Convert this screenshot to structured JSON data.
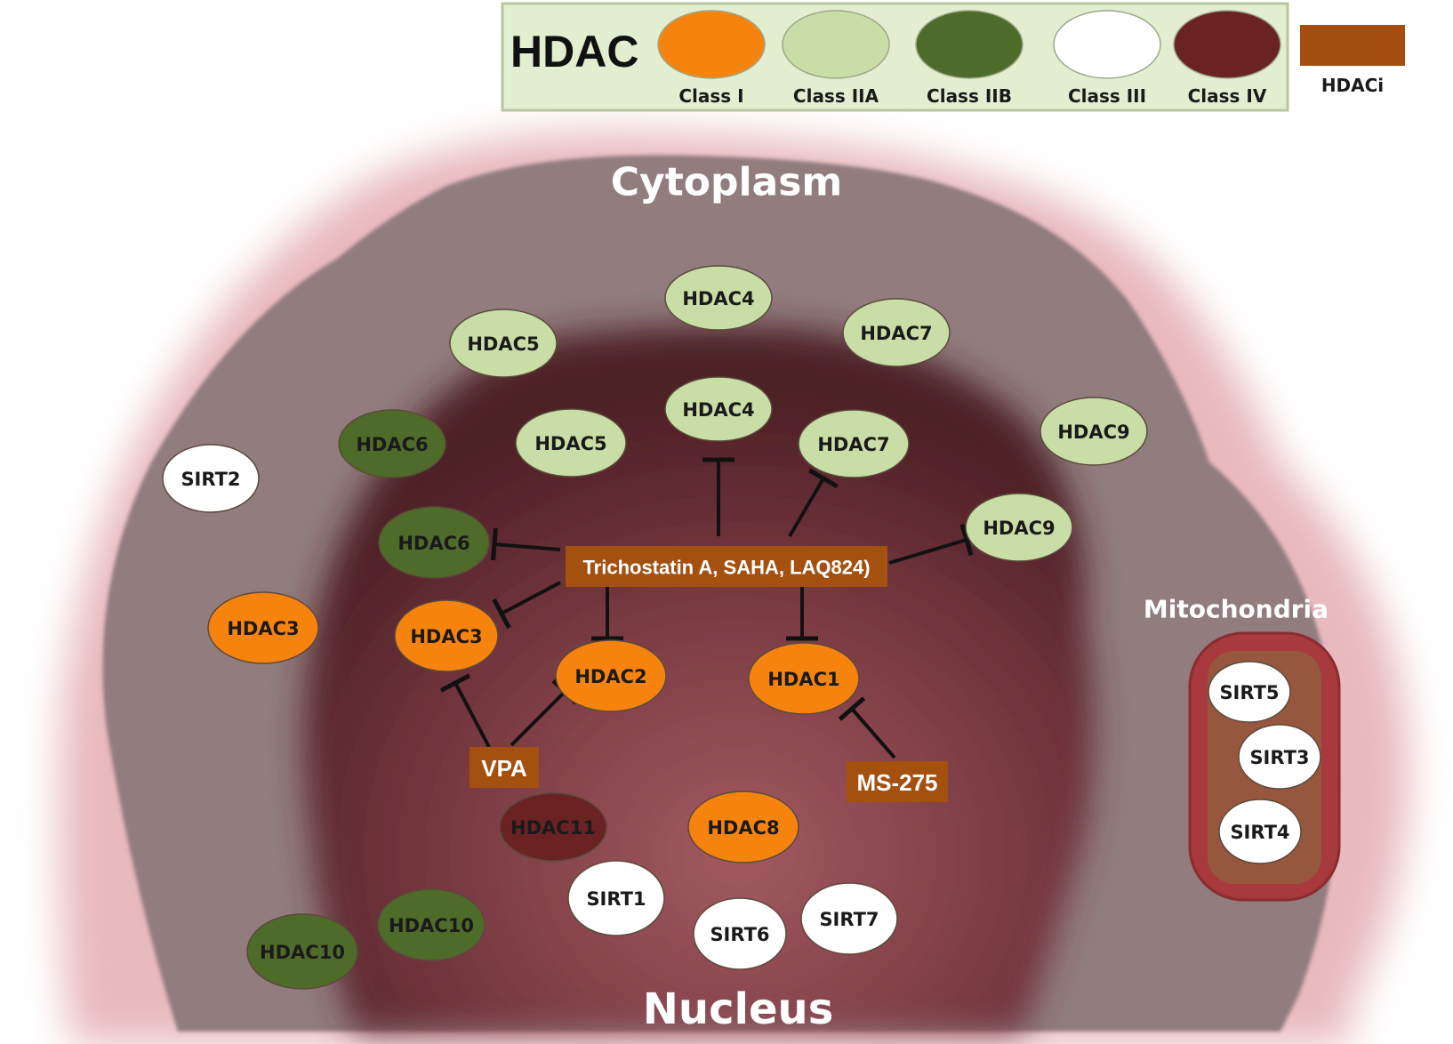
{
  "legend": {
    "title": "HDAC",
    "classes": [
      {
        "key": "class-i",
        "label": "Class I",
        "color": "#f7830f"
      },
      {
        "key": "class-iia",
        "label": "Class IIA",
        "color": "#c9dda6"
      },
      {
        "key": "class-iib",
        "label": "Class IIB",
        "color": "#4f6b2a"
      },
      {
        "key": "class-iii",
        "label": "Class III",
        "color": "#ffffff"
      },
      {
        "key": "class-iv",
        "label": "Class IV",
        "color": "#6b2222"
      }
    ],
    "inhibitor": {
      "label": "HDACi",
      "color": "#a44e12"
    }
  },
  "regions": {
    "cytoplasm": "Cytoplasm",
    "nucleus": "Nucleus",
    "mitochondria": "Mitochondria"
  },
  "colors": {
    "cytoplasm": "#917b7e",
    "cytoplasm_edge": "#e8b9bd",
    "nucleus_dark": "#4e2026",
    "nucleus_light": "#a35a62",
    "mito_outer": "#a8393c",
    "mito_inner": "#96573e",
    "drug_box": "#a4500f",
    "legend_bg": "#e3eed0"
  },
  "nodes": [
    {
      "id": "hdac4-cyto",
      "label": "HDAC4",
      "cls": "class-iia",
      "region": "cytoplasm"
    },
    {
      "id": "hdac5-cyto",
      "label": "HDAC5",
      "cls": "class-iia",
      "region": "cytoplasm"
    },
    {
      "id": "hdac7-cyto",
      "label": "HDAC7",
      "cls": "class-iia",
      "region": "cytoplasm"
    },
    {
      "id": "hdac9-cyto",
      "label": "HDAC9",
      "cls": "class-iia",
      "region": "cytoplasm"
    },
    {
      "id": "hdac6-cyto",
      "label": "HDAC6",
      "cls": "class-iib",
      "region": "cytoplasm"
    },
    {
      "id": "sirt2",
      "label": "SIRT2",
      "cls": "class-iii",
      "region": "cytoplasm"
    },
    {
      "id": "hdac3-cyto",
      "label": "HDAC3",
      "cls": "class-i",
      "region": "cytoplasm"
    },
    {
      "id": "hdac10-cyto",
      "label": "HDAC10",
      "cls": "class-iib",
      "region": "cytoplasm"
    },
    {
      "id": "hdac4-nuc",
      "label": "HDAC4",
      "cls": "class-iia",
      "region": "nucleus"
    },
    {
      "id": "hdac5-nuc",
      "label": "HDAC5",
      "cls": "class-iia",
      "region": "nucleus"
    },
    {
      "id": "hdac7-nuc",
      "label": "HDAC7",
      "cls": "class-iia",
      "region": "nucleus"
    },
    {
      "id": "hdac9-nuc",
      "label": "HDAC9",
      "cls": "class-iia",
      "region": "nucleus"
    },
    {
      "id": "hdac6-nuc",
      "label": "HDAC6",
      "cls": "class-iib",
      "region": "nucleus"
    },
    {
      "id": "hdac3-nuc",
      "label": "HDAC3",
      "cls": "class-i",
      "region": "nucleus"
    },
    {
      "id": "hdac2",
      "label": "HDAC2",
      "cls": "class-i",
      "region": "nucleus"
    },
    {
      "id": "hdac1",
      "label": "HDAC1",
      "cls": "class-i",
      "region": "nucleus"
    },
    {
      "id": "hdac11",
      "label": "HDAC11",
      "cls": "class-iv",
      "region": "nucleus"
    },
    {
      "id": "hdac8",
      "label": "HDAC8",
      "cls": "class-i",
      "region": "nucleus"
    },
    {
      "id": "hdac10-nuc",
      "label": "HDAC10",
      "cls": "class-iib",
      "region": "nucleus"
    },
    {
      "id": "sirt1",
      "label": "SIRT1",
      "cls": "class-iii",
      "region": "nucleus"
    },
    {
      "id": "sirt6",
      "label": "SIRT6",
      "cls": "class-iii",
      "region": "nucleus"
    },
    {
      "id": "sirt7",
      "label": "SIRT7",
      "cls": "class-iii",
      "region": "nucleus"
    },
    {
      "id": "sirt5",
      "label": "SIRT5",
      "cls": "class-iii",
      "region": "mitochondria"
    },
    {
      "id": "sirt3",
      "label": "SIRT3",
      "cls": "class-iii",
      "region": "mitochondria"
    },
    {
      "id": "sirt4",
      "label": "SIRT4",
      "cls": "class-iii",
      "region": "mitochondria"
    }
  ],
  "drugs": [
    {
      "id": "tsa",
      "label": "Trichostatin A, SAHA, LAQ824)",
      "inhibits": [
        "hdac4-nuc",
        "hdac7-nuc",
        "hdac6-nuc",
        "hdac9-nuc",
        "hdac3-nuc",
        "hdac2",
        "hdac1"
      ]
    },
    {
      "id": "vpa",
      "label": "VPA",
      "inhibits": [
        "hdac3-nuc",
        "hdac2"
      ]
    },
    {
      "id": "ms275",
      "label": "MS-275",
      "inhibits": [
        "hdac1"
      ]
    }
  ]
}
